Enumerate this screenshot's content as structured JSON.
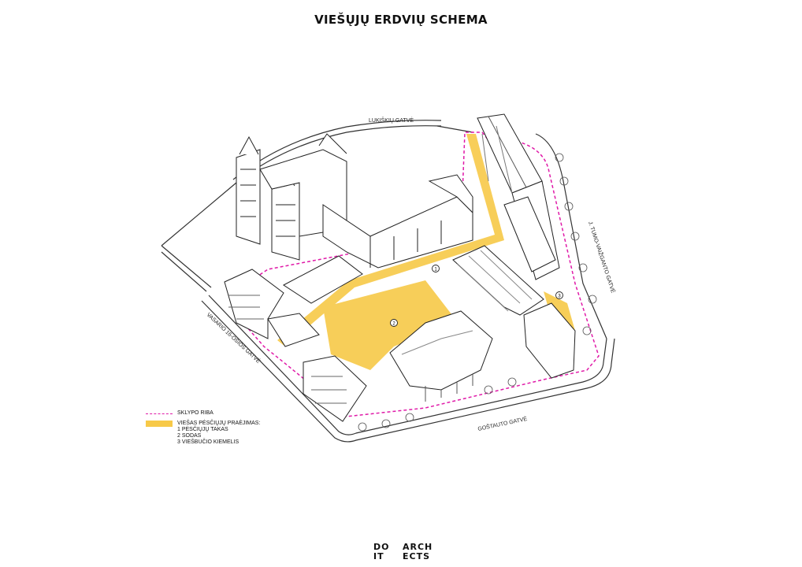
{
  "title": "VIEŠŲJŲ ERDVIŲ SCHEMA",
  "streets": {
    "north": "LUKIŠKIŲ GATVĖ",
    "east": "J. TUMO-VAIŽGANTO GATVĖ",
    "west": "VASARIO 16-OSIOS GATVĖ",
    "south": "GOŠTAUTO GATVĖ"
  },
  "markers": [
    "1",
    "2",
    "3"
  ],
  "legend": {
    "boundary": "SKLYPO RIBA",
    "public_title": "VIEŠAS PĖSČIŲJŲ PRAĖJIMAS:",
    "items": [
      "1 PĖSČIŲJŲ TAKAS",
      "2 SODAS",
      "3 VIEŠBUČIO KIEMELIS"
    ]
  },
  "logo": {
    "row1_left": "DO",
    "row1_right": "ARCH",
    "row2_left": "IT",
    "row2_right": "ECTS"
  },
  "colors": {
    "boundary": "#e01aa8",
    "public_space": "#f7c948",
    "ink": "#222222"
  }
}
